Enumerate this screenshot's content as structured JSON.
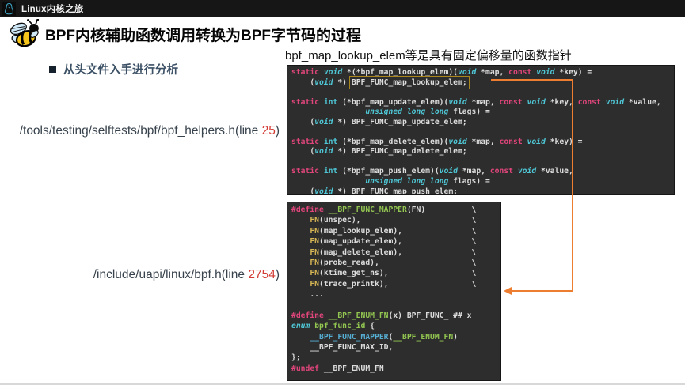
{
  "topbar": {
    "brand": "Linux内核之旅"
  },
  "header": {
    "title": "BPF内核辅助函数调用转换为BPF字节码的过程"
  },
  "bullet": {
    "label": "从头文件入手进行分析"
  },
  "caption": "bpf_map_lookup_elem等是具有固定偏移量的函数指针",
  "labels": {
    "file1": {
      "prefix": "/tools/testing/selftests/bpf/bpf_helpers.h(line ",
      "line_no": "25",
      "suffix": ")"
    },
    "file2": {
      "prefix": "/include/uapi/linux/bpf.h(line ",
      "line_no": "2754",
      "suffix": ")"
    }
  },
  "colors": {
    "accent_orange": "#ED7D31",
    "highlight_box": "#a8861d",
    "keyword": "#e0457b",
    "type": "#4fc7d6",
    "macro_green": "#93c651",
    "macro_yellow": "#d8b755",
    "macro_blue": "#56aed2",
    "code_bg": "#2d2d2d",
    "line_number_red": "#d23b34",
    "topbar_bg": "#161616"
  },
  "icons": {
    "window_logo": "tux-penguin-icon",
    "title_logo": "bee-icon"
  },
  "code_block_1": {
    "lines": [
      [
        [
          "kw",
          "static"
        ],
        [
          "pl",
          " "
        ],
        [
          "ty",
          "void"
        ],
        [
          "pl",
          " *(*bpf_map_lookup_elem)("
        ],
        [
          "ty",
          "void"
        ],
        [
          "pl",
          " *map, "
        ],
        [
          "kw",
          "const"
        ],
        [
          "pl",
          " "
        ],
        [
          "ty",
          "void"
        ],
        [
          "pl",
          " *key) ="
        ]
      ],
      [
        [
          "pl",
          "    ("
        ],
        [
          "ty",
          "void"
        ],
        [
          "pl",
          " *) "
        ],
        [
          "box",
          "BPF_FUNC_map_lookup_elem;"
        ]
      ],
      [],
      [
        [
          "kw",
          "static"
        ],
        [
          "pl",
          " "
        ],
        [
          "ti",
          "int"
        ],
        [
          "pl",
          " (*bpf_map_update_elem)("
        ],
        [
          "ty",
          "void"
        ],
        [
          "pl",
          " *map, "
        ],
        [
          "kw",
          "const"
        ],
        [
          "pl",
          " "
        ],
        [
          "ty",
          "void"
        ],
        [
          "pl",
          " *key, "
        ],
        [
          "kw",
          "const"
        ],
        [
          "pl",
          " "
        ],
        [
          "ty",
          "void"
        ],
        [
          "pl",
          " *value,"
        ]
      ],
      [
        [
          "pl",
          "                "
        ],
        [
          "ty",
          "unsigned long long"
        ],
        [
          "pl",
          " flags) ="
        ]
      ],
      [
        [
          "pl",
          "    ("
        ],
        [
          "ty",
          "void"
        ],
        [
          "pl",
          " *) BPF_FUNC_map_update_elem;"
        ]
      ],
      [],
      [
        [
          "kw",
          "static"
        ],
        [
          "pl",
          " "
        ],
        [
          "ti",
          "int"
        ],
        [
          "pl",
          " (*bpf_map_delete_elem)("
        ],
        [
          "ty",
          "void"
        ],
        [
          "pl",
          " *map, "
        ],
        [
          "kw",
          "const"
        ],
        [
          "pl",
          " "
        ],
        [
          "ty",
          "void"
        ],
        [
          "pl",
          " *key) ="
        ]
      ],
      [
        [
          "pl",
          "    ("
        ],
        [
          "ty",
          "void"
        ],
        [
          "pl",
          " *) BPF_FUNC_map_delete_elem;"
        ]
      ],
      [],
      [
        [
          "kw",
          "static"
        ],
        [
          "pl",
          " "
        ],
        [
          "ti",
          "int"
        ],
        [
          "pl",
          " (*bpf_map_push_elem)("
        ],
        [
          "ty",
          "void"
        ],
        [
          "pl",
          " *map, "
        ],
        [
          "kw",
          "const"
        ],
        [
          "pl",
          " "
        ],
        [
          "ty",
          "void"
        ],
        [
          "pl",
          " *value,"
        ]
      ],
      [
        [
          "pl",
          "                "
        ],
        [
          "ty",
          "unsigned long long"
        ],
        [
          "pl",
          " flags) ="
        ]
      ],
      [
        [
          "pl",
          "    ("
        ],
        [
          "ty",
          "void"
        ],
        [
          "pl",
          " *) BPF_FUNC_map_push_elem;"
        ]
      ]
    ]
  },
  "code_block_2": {
    "lines": [
      [
        [
          "kw",
          "#define"
        ],
        [
          "pl",
          " "
        ],
        [
          "gr",
          "__BPF_FUNC_MAPPER"
        ],
        [
          "pl",
          "(FN)          \\"
        ]
      ],
      [
        [
          "pl",
          "    "
        ],
        [
          "yl",
          "FN"
        ],
        [
          "pl",
          "(unspec),                        \\"
        ]
      ],
      [
        [
          "pl",
          "    "
        ],
        [
          "yl",
          "FN"
        ],
        [
          "pl",
          "(map_lookup_elem),               \\"
        ]
      ],
      [
        [
          "pl",
          "    "
        ],
        [
          "yl",
          "FN"
        ],
        [
          "pl",
          "(map_update_elem),               \\"
        ]
      ],
      [
        [
          "pl",
          "    "
        ],
        [
          "yl",
          "FN"
        ],
        [
          "pl",
          "(map_delete_elem),               \\"
        ]
      ],
      [
        [
          "pl",
          "    "
        ],
        [
          "yl",
          "FN"
        ],
        [
          "pl",
          "(probe_read),                    \\"
        ]
      ],
      [
        [
          "pl",
          "    "
        ],
        [
          "yl",
          "FN"
        ],
        [
          "pl",
          "(ktime_get_ns),                  \\"
        ]
      ],
      [
        [
          "pl",
          "    "
        ],
        [
          "yl",
          "FN"
        ],
        [
          "pl",
          "(trace_printk),                  \\"
        ]
      ],
      [
        [
          "pl",
          "    ..."
        ]
      ],
      [],
      [
        [
          "kw",
          "#define"
        ],
        [
          "pl",
          " "
        ],
        [
          "gr",
          "__BPF_ENUM_FN"
        ],
        [
          "pl",
          "(x) BPF_FUNC_ ## x"
        ]
      ],
      [
        [
          "ty",
          "enum"
        ],
        [
          "pl",
          " "
        ],
        [
          "gr",
          "bpf_func_id"
        ],
        [
          "pl",
          " {"
        ]
      ],
      [
        [
          "pl",
          "    "
        ],
        [
          "bl",
          "__BPF_FUNC_MAPPER"
        ],
        [
          "pl",
          "("
        ],
        [
          "gr",
          "__BPF_ENUM_FN"
        ],
        [
          "pl",
          ")"
        ]
      ],
      [
        [
          "pl",
          "    __BPF_FUNC_MAX_ID,"
        ]
      ],
      [
        [
          "pl",
          "};"
        ]
      ],
      [
        [
          "kw",
          "#undef"
        ],
        [
          "pl",
          " __BPF_ENUM_FN"
        ]
      ]
    ]
  }
}
